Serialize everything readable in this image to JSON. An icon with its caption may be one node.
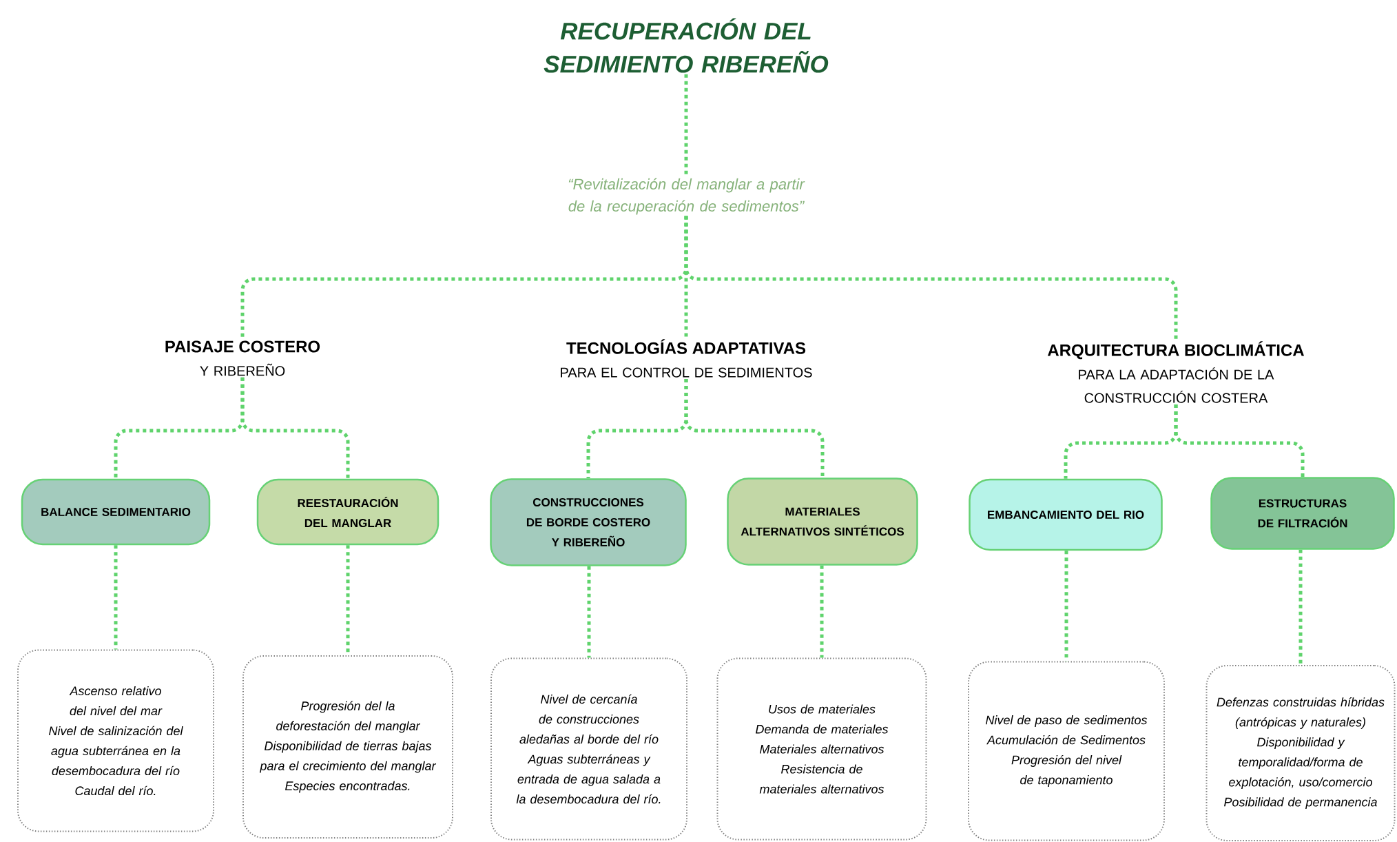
{
  "diagram": {
    "nodes": [
      {
        "text": [
          "RECUPERACIÓN DEL SEDIMIENTO RIBEREÑO"
        ]
      },
      {
        "text": [
          "“Revitalización del manglar a partir de la recuperación de sedimentos”"
        ]
      },
      {
        "text": [
          "PAISAJE COSTERO",
          "Y RIBEREÑO"
        ]
      },
      {
        "text": [
          "TECNOLOGÍAS ADAPTATIVAS",
          "PARA EL CONTROL DE SEDIMIENTOS"
        ]
      },
      {
        "text": [
          "ARQUITECTURA BIOCLIMÁTICA",
          "PARA LA ADAPTACIÓN DE LA CONSTRUCCIÓN COSTERA"
        ]
      },
      {
        "text": [
          "BALANCE SEDIMENTARIO"
        ]
      },
      {
        "text": [
          "REESTAURACIÓN DEL MANGLAR"
        ]
      },
      {
        "text": [
          "CONSTRUCCIONES DE BORDE COSTERO Y RIBEREÑO"
        ]
      },
      {
        "text": [
          "MATERIALES ALTERNATIVOS SINTÉTICOS"
        ]
      },
      {
        "text": [
          "EMBANCAMIENTO DEL RIO"
        ]
      },
      {
        "text": [
          "ESTRUCTURAS DE FILTRACIÓN"
        ]
      },
      {
        "text": [
          "Ascenso relativo del nivel del mar",
          "Nivel de salinización del agua subterránea en la desembocadura del río",
          "Caudal del río."
        ]
      },
      {
        "text": [
          "Progresión del la deforestación del manglar",
          "Disponibilidad de tierras bajas para el crecimiento del manglar",
          "Especies encontradas."
        ]
      },
      {
        "text": [
          "Nivel de cercanía de construcciones aledañas al borde del río",
          "Aguas subterráneas y entrada de agua salada a la desembocadura del río."
        ]
      },
      {
        "text": [
          "Usos de materiales",
          "Demanda de materiales",
          "Materiales alternativos",
          "Resistencia de materiales alternativos"
        ]
      },
      {
        "text": [
          "Nivel de paso de sedimentos",
          "Acumulación de Sedimentos",
          "Progresión del nivel de taponamiento"
        ]
      },
      {
        "text": [
          "Defenzas construidas híbridas (antrópicas y naturales)",
          "Disponibilidad y temporalidad/forma de explotación, uso/comercio",
          "Posibilidad de permanencia"
        ]
      }
    ],
    "edges": [
      {
        "from": 0,
        "to": 1,
        "arrow": "none"
      },
      {
        "from": 1,
        "to": 2,
        "arrow": "none"
      },
      {
        "from": 1,
        "to": 3,
        "arrow": "none"
      },
      {
        "from": 1,
        "to": 4,
        "arrow": "none"
      },
      {
        "from": 2,
        "to": 5,
        "arrow": "none"
      },
      {
        "from": 2,
        "to": 6,
        "arrow": "none"
      },
      {
        "from": 3,
        "to": 7,
        "arrow": "none"
      },
      {
        "from": 3,
        "to": 8,
        "arrow": "none"
      },
      {
        "from": 4,
        "to": 9,
        "arrow": "none"
      },
      {
        "from": 4,
        "to": 10,
        "arrow": "none"
      },
      {
        "from": 5,
        "to": 11,
        "arrow": "none"
      },
      {
        "from": 6,
        "to": 12,
        "arrow": "none"
      },
      {
        "from": 7,
        "to": 13,
        "arrow": "none"
      },
      {
        "from": 8,
        "to": 14,
        "arrow": "none"
      },
      {
        "from": 9,
        "to": 15,
        "arrow": "none"
      },
      {
        "from": 10,
        "to": 16,
        "arrow": "none"
      }
    ]
  }
}
